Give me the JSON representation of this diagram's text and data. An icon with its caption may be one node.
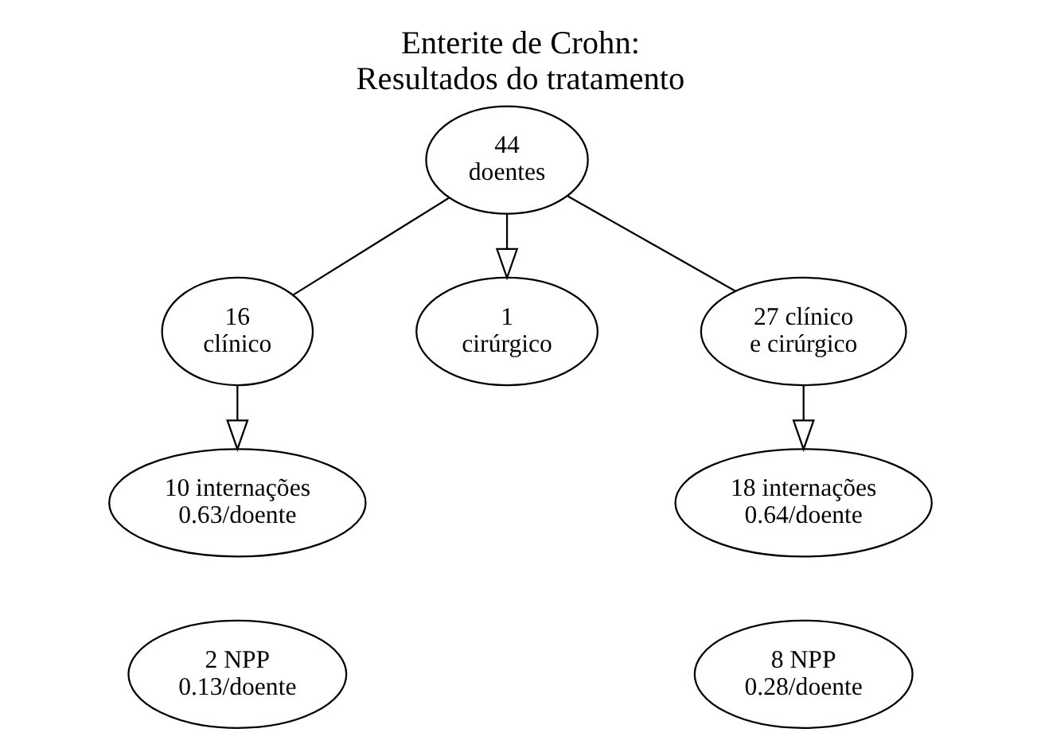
{
  "diagram": {
    "title": "Enterite de Crohn: Resultados do tratamento",
    "nodes": [
      {
        "text": [
          "44 doentes"
        ]
      },
      {
        "text": [
          "16 clínico"
        ]
      },
      {
        "text": [
          "1 cirúrgico"
        ]
      },
      {
        "text": [
          "27 clínico e cirúrgico"
        ]
      },
      {
        "text": [
          "10 internações 0.63/doente"
        ]
      },
      {
        "text": [
          "2 NPP 0.13/doente"
        ]
      },
      {
        "text": [
          "18 internações 0.64/doente"
        ]
      },
      {
        "text": [
          "8 NPP 0.28/doente"
        ]
      }
    ],
    "edges": [
      {
        "from": 0,
        "to": 1,
        "arrow": "none"
      },
      {
        "from": 0,
        "to": 3,
        "arrow": "none"
      },
      {
        "from": 0,
        "to": 2,
        "arrow": "to"
      },
      {
        "from": 1,
        "to": 4,
        "arrow": "to"
      },
      {
        "from": 3,
        "to": 6,
        "arrow": "to"
      }
    ]
  }
}
